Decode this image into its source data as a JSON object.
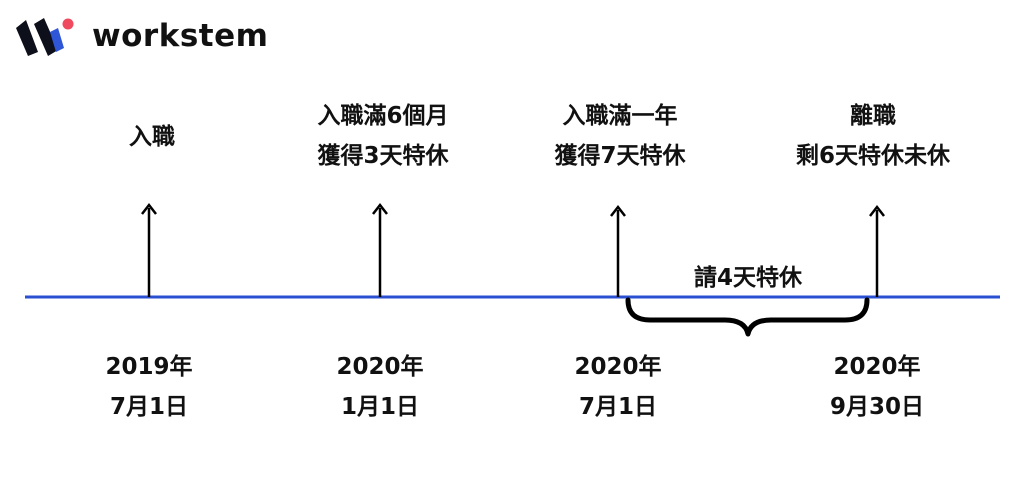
{
  "brand": {
    "name": "workstem",
    "colors": {
      "mark_dark": "#0d0f1a",
      "mark_blue": "#2f56d6",
      "dot": "#f04a5e"
    }
  },
  "timeline": {
    "line_color": "#2a4fd1",
    "events": [
      {
        "lines": [
          "入職"
        ],
        "date": [
          "2019年",
          "7月1日"
        ]
      },
      {
        "lines": [
          "入職滿6個月",
          "獲得3天特休"
        ],
        "date": [
          "2020年",
          "1月1日"
        ]
      },
      {
        "lines": [
          "入職滿一年",
          "獲得7天特休"
        ],
        "date": [
          "2020年",
          "7月1日"
        ]
      },
      {
        "lines": [
          "離職",
          "剩6天特休未休"
        ],
        "date": [
          "2020年",
          "9月30日"
        ]
      }
    ],
    "brace_label": "請4天特休"
  }
}
